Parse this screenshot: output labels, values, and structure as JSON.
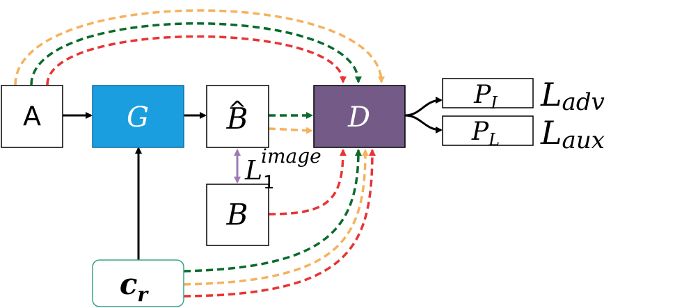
{
  "colors": {
    "generator": "#1a9ee0",
    "discriminator": "#735a87",
    "input_border": "#000000",
    "cond_border": "#3aa38a",
    "arrow_orange": "#f5b25f",
    "arrow_green": "#0a6b2c",
    "arrow_red": "#e83434",
    "l1_arrow": "#9d7bb5"
  },
  "nodes": {
    "A": "A",
    "G": "G",
    "B_hat": "B",
    "B_hat_accent": "^",
    "D": "D",
    "B": "B",
    "cr_main": "c",
    "cr_sub": "r",
    "PI_main": "P",
    "PI_sub": "I",
    "PL_main": "P",
    "PL_sub": "L"
  },
  "losses": {
    "adv_main": "L",
    "adv_sub": "adv",
    "aux_main": "L",
    "aux_sub": "aux",
    "l1_main": "L",
    "l1_sub": "1",
    "l1_sup": "image"
  }
}
